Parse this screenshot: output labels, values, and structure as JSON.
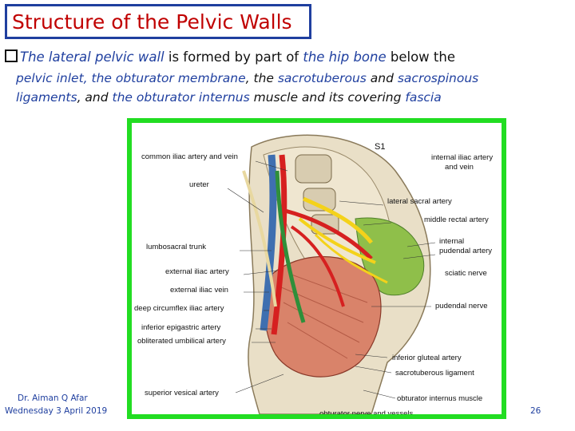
{
  "title": "Structure of the Pelvic Walls",
  "intro": {
    "part1": "The lateral pelvic wall",
    "part2": " is formed by part of ",
    "part3": "the hip bone",
    "part4": " below the",
    "line2a": "pelvic inlet, ",
    "line2b": "the obturator membrane",
    "line2c": ", the ",
    "line2d": "sacrotuberous",
    "line2e": " and ",
    "line2f": "sacrospinous",
    "line3a": "ligaments",
    "line3b": ", and ",
    "line3c": "the obturator internus",
    "line3d": " muscle and its covering ",
    "line3e": "fascia"
  },
  "figure": {
    "labels": {
      "common_iliac": "common iliac artery and vein",
      "s1": "S1",
      "internal_iliac_1": "internal iliac artery",
      "internal_iliac_2": "and vein",
      "ureter": "ureter",
      "lateral_sacral": "lateral sacral artery",
      "middle_rectal": "middle rectal artery",
      "lumbosacral": "lumbosacral trunk",
      "internal_pudendal_1": "internal",
      "internal_pudendal_2": "pudendal artery",
      "sciatic": "sciatic nerve",
      "external_iliac_artery": "external iliac artery",
      "external_iliac_vein": "external iliac vein",
      "pudendal_nerve": "pudendal nerve",
      "deep_circumflex": "deep circumflex iliac artery",
      "inferior_epigastric": "inferior epigastric artery",
      "obliterated_umbilical": "obliterated umbilical artery",
      "inferior_gluteal": "inferior gluteal artery",
      "sacrotuberous_ligament": "sacrotuberous ligament",
      "superior_vesical": "superior vesical artery",
      "obturator_internus": "obturator internus muscle",
      "obturator_nerve": "obturator nerve and vessels"
    }
  },
  "footer": {
    "author": "Dr. Aiman Q Afar",
    "date": "Wednesday 3 April 2019",
    "page": "26"
  },
  "colors": {
    "title": "#c00000",
    "accent_blue": "#1f3f9f",
    "figure_border": "#22dd22"
  }
}
